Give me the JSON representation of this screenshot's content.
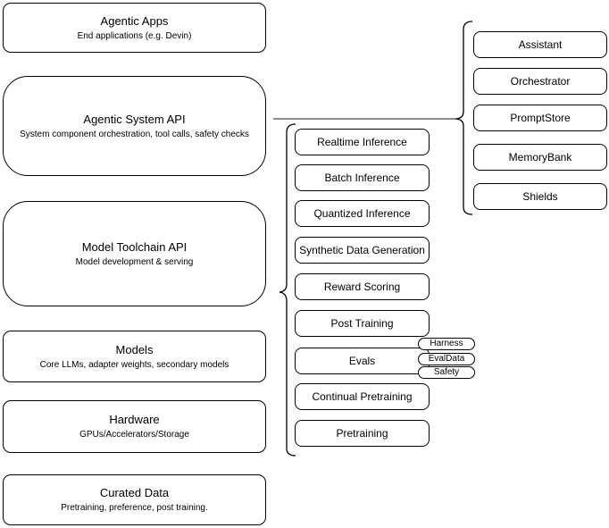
{
  "left_column": [
    {
      "title": "Agentic Apps",
      "subtitle": "End applications (e.g. Devin)"
    },
    {
      "title": "Agentic System API",
      "subtitle": "System component orchestration, tool calls, safety checks"
    },
    {
      "title": "Model Toolchain API",
      "subtitle": "Model development & serving"
    },
    {
      "title": "Models",
      "subtitle": "Core LLMs, adapter weights, secondary models"
    },
    {
      "title": "Hardware",
      "subtitle": "GPUs/Accelerators/Storage"
    },
    {
      "title": "Curated Data",
      "subtitle": "Pretraining, preference, post training."
    }
  ],
  "toolchain_services": [
    "Realtime Inference",
    "Batch Inference",
    "Quantized Inference",
    "Synthetic Data Generation",
    "Reward Scoring",
    "Post Training",
    "Evals",
    "Continual Pretraining",
    "Pretraining"
  ],
  "eval_tags": [
    "Harness",
    "EvalData",
    "Safety"
  ],
  "system_components": [
    "Assistant",
    "Orchestrator",
    "PromptStore",
    "MemoryBank",
    "Shields"
  ],
  "colors": {
    "border": "#000000",
    "background": "#ffffff",
    "connector": "#666666",
    "text": "#000000"
  }
}
